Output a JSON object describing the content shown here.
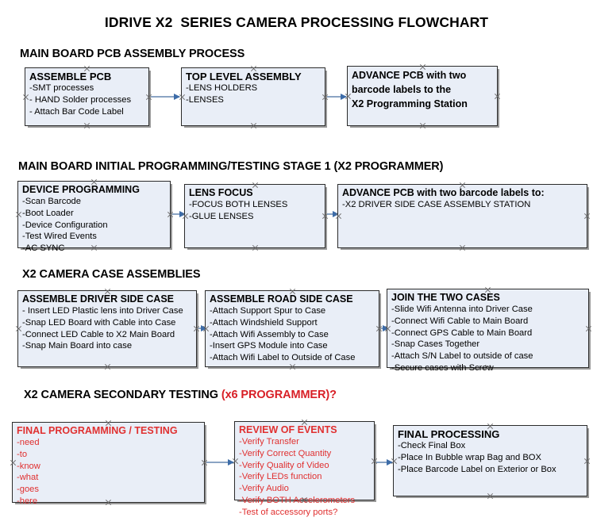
{
  "document": {
    "title": "IDRIVE X2  SERIES CAMERA PROCESSING FLOWCHART",
    "accent_color": "#d81f26",
    "node_fill": "#e9eef7",
    "node_border": "#2b2b2b",
    "arrow_color": "#8ba4c4",
    "arrowhead_color": "#3d6ca8"
  },
  "sections": [
    {
      "id": "main-board-pcb-assembly-process",
      "heading": "MAIN BOARD PCB ASSEMBLY PROCESS",
      "heading_accent": "",
      "nodes": [
        {
          "id": "assemble-pcb",
          "title": "ASSEMBLE PCB",
          "lines": [
            "-SMT processes",
            "- HAND Solder processes",
            "- Attach Bar Code Label"
          ]
        },
        {
          "id": "top-level-assembly",
          "title": "TOP LEVEL ASSEMBLY",
          "lines": [
            "-LENS HOLDERS",
            "-LENSES"
          ]
        },
        {
          "id": "advance-pcb-to-x2-programming-station",
          "title": "ADVANCE PCB with two",
          "lines": [
            "barcode labels to the",
            " X2 Programming Station"
          ]
        }
      ]
    },
    {
      "id": "main-board-initial-programming-testing-stage-1",
      "heading": "MAIN BOARD INITIAL PROGRAMMING/TESTING STAGE 1 (X2 PROGRAMMER)",
      "heading_accent": "",
      "nodes": [
        {
          "id": "device-programming",
          "title": "DEVICE PROGRAMMING",
          "lines": [
            "-Scan Barcode",
            "-Boot Loader",
            "-Device Configuration",
            "-Test Wired Events",
            "-AC SYNC"
          ]
        },
        {
          "id": "lens-focus",
          "title": "LENS FOCUS",
          "lines": [
            "-FOCUS BOTH LENSES",
            "-GLUE LENSES"
          ]
        },
        {
          "id": "advance-pcb-to-driver-side-case-assembly",
          "title": "ADVANCE PCB with two barcode labels to:",
          "lines": [
            "-X2 DRIVER  SIDE  CASE  ASSEMBLY STATION"
          ]
        }
      ]
    },
    {
      "id": "x2-camera-case-assemblies",
      "heading": "X2 CAMERA CASE ASSEMBLIES",
      "heading_accent": "",
      "nodes": [
        {
          "id": "assemble-driver-side-case",
          "title": "ASSEMBLE DRIVER SIDE CASE",
          "lines": [
            "- Insert LED Plastic lens into Driver Case",
            "-Snap LED Board with Cable into Case",
            "-Connect LED Cable to X2 Main Board",
            "-Snap Main Board into case"
          ]
        },
        {
          "id": "assemble-road-side-case",
          "title": "ASSEMBLE ROAD SIDE CASE",
          "lines": [
            "-Attach Support Spur to Case",
            "-Attach Windshield Support",
            "-Attach Wifi Assembly to Case",
            "-Insert GPS Module into Case",
            "-Attach Wifi Label to Outside of Case"
          ]
        },
        {
          "id": "join-the-two-cases",
          "title": "JOIN THE TWO CASES",
          "lines": [
            "-Slide Wifi Antenna into Driver Case",
            "-Connect Wifi Cable to Main Board",
            "-Connect GPS Cable to Main Board",
            "-Snap Cases Together",
            "-Attach S/N Label to outside of case",
            "-Secure cases with Screw"
          ]
        }
      ]
    },
    {
      "id": "x2-camera-secondary-testing",
      "heading": "X2 CAMERA SECONDARY TESTING ",
      "heading_accent": "(x6 PROGRAMMER)?",
      "nodes": [
        {
          "id": "final-programming-testing",
          "title": "FINAL PROGRAMMING / TESTING",
          "lines": [
            "-need",
            "-to",
            "-know",
            "-what",
            "-goes",
            "-here"
          ]
        },
        {
          "id": "review-of-events",
          "title": "REVIEW OF EVENTS",
          "lines": [
            "-Verify Transfer",
            "-Verify Correct Quantity",
            "-Verify Quality of Video",
            "-Verify LEDs function",
            "-Verify Audio",
            "-Verify BOTH Accelerometers",
            "-Test of accessory ports?"
          ]
        },
        {
          "id": "final-processing",
          "title": "FINAL PROCESSING",
          "lines": [
            " -Check Final Box",
            "-Place In Bubble wrap Bag and BOX",
            "-Place Barcode Label on Exterior or Box"
          ]
        }
      ]
    }
  ]
}
